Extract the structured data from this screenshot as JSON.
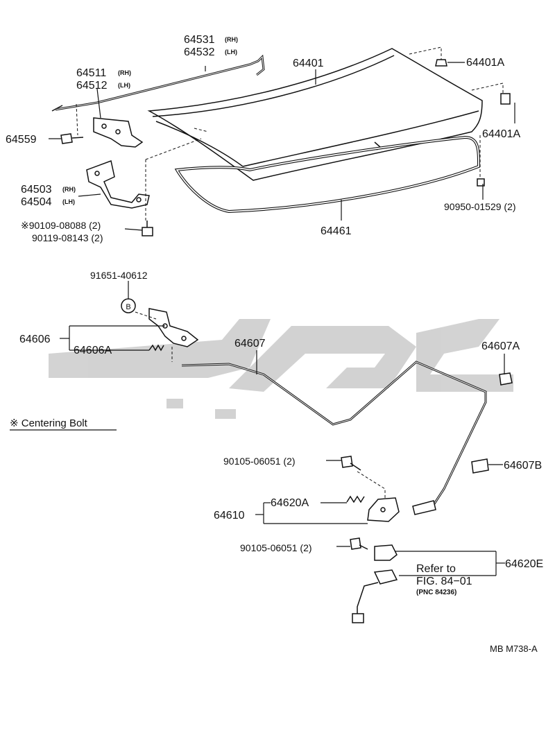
{
  "labels": {
    "p64531": "64531",
    "rh1": "(RH)",
    "p64532": "64532",
    "lh1": "(LH)",
    "p64511": "64511",
    "rh2": "(RH)",
    "p64512": "64512",
    "lh2": "(LH)",
    "p64401": "64401",
    "p64401a_1": "64401A",
    "p64401a_2": "64401A",
    "p64559": "64559",
    "p64503": "64503",
    "rh3": "(RH)",
    "p64504": "64504",
    "lh3": "(LH)",
    "p90950": "90950-01529 (2)",
    "p90109": "※90109-08088 (2)",
    "p90119": "90119-08143 (2)",
    "p64461": "64461",
    "p91651": "91651-40612",
    "circle_b": "B",
    "p64606": "64606",
    "p64606a": "64606A",
    "p64607": "64607",
    "p64607a": "64607A",
    "centering": "※ Centering Bolt",
    "p90105_1": "90105-06051 (2)",
    "p64607b": "64607B",
    "p64610": "64610",
    "p64620a": "64620A",
    "p90105_2": "90105-06051 (2)",
    "p64620e": "64620E",
    "refer1": "Refer to",
    "refer2": "FIG. 84−01",
    "refer3": "(PNC 84236)",
    "code": "MB M738-A"
  },
  "watermark": {
    "color": "#c8c8c8"
  }
}
